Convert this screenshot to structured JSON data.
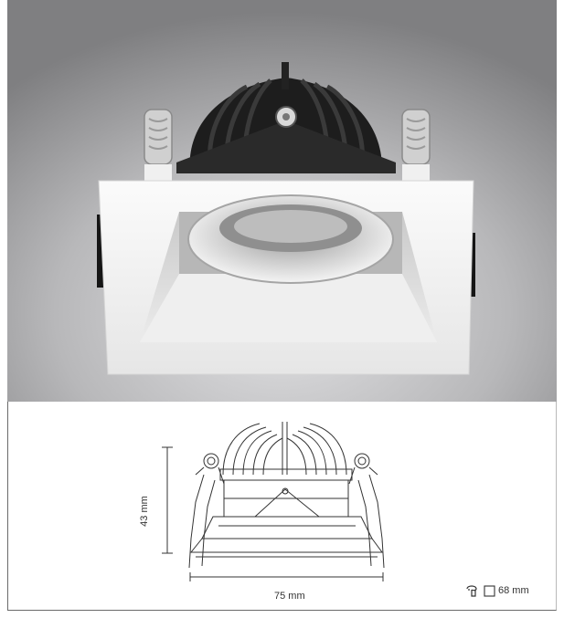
{
  "product_photo": {
    "background_colors": [
      "#8a8a8c",
      "#c9c9cb",
      "#e0e0e2"
    ],
    "trim_color": "#f2f2f2",
    "heatsink_color": "#1c1c1c"
  },
  "technical_drawing": {
    "height_label": "43 mm",
    "width_label": "75 mm",
    "cutout_label": "68 mm",
    "cutout_icon": "cutout-hole-icon",
    "square_icon": "square-cutout-icon"
  }
}
